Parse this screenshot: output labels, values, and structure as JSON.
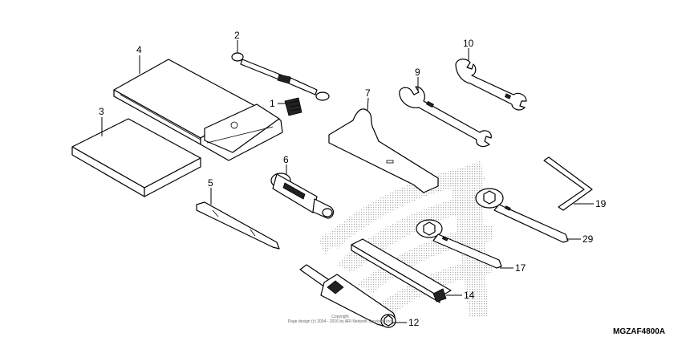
{
  "callouts": {
    "c1": "1",
    "c2": "2",
    "c3": "3",
    "c4": "4",
    "c5": "5",
    "c6": "6",
    "c7": "7",
    "c9": "9",
    "c10": "10",
    "c12": "12",
    "c14": "14",
    "c17": "17",
    "c19": "19",
    "c29": "29"
  },
  "copyright": {
    "line1": "Copyright",
    "line2": "Page design (c) 2004 - 2016 by ARI Network Services, Inc."
  },
  "diagram_code": "MGZAF4800A",
  "colors": {
    "line": "#000000",
    "watermark": "#b0b0b0"
  }
}
